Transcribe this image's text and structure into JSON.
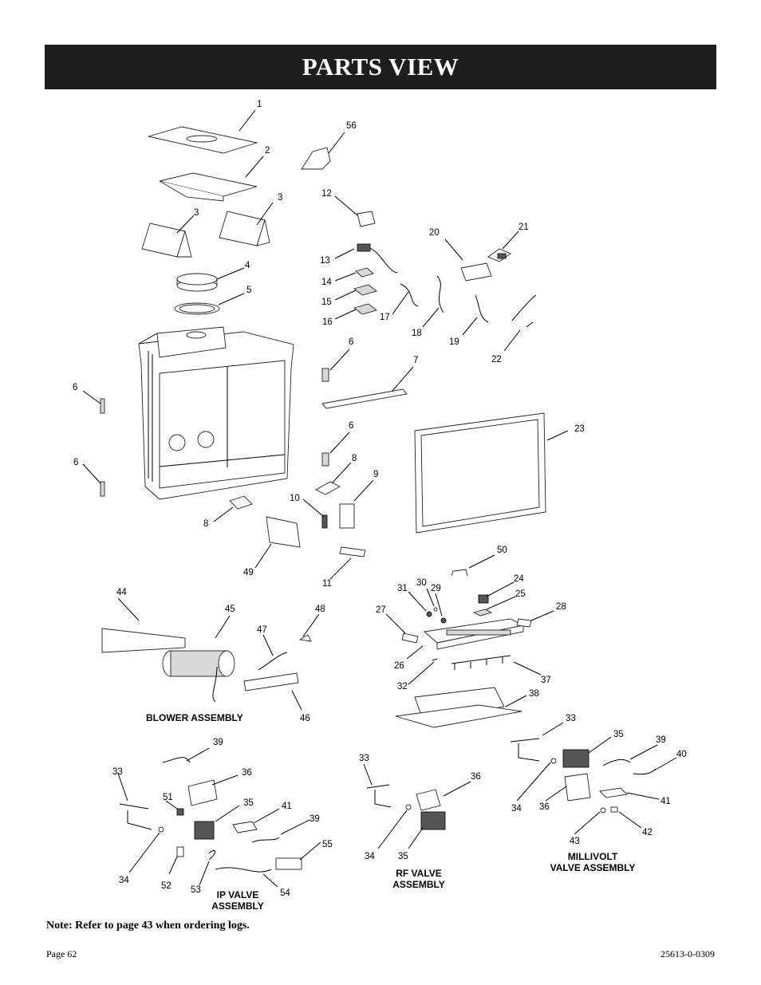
{
  "header": {
    "title": "PARTS VIEW"
  },
  "callouts": [
    {
      "label": "1"
    },
    {
      "label": "56"
    },
    {
      "label": "2"
    },
    {
      "label": "12"
    },
    {
      "label": "3"
    },
    {
      "label": "3"
    },
    {
      "label": "20"
    },
    {
      "label": "21"
    },
    {
      "label": "4"
    },
    {
      "label": "13"
    },
    {
      "label": "14"
    },
    {
      "label": "5"
    },
    {
      "label": "15"
    },
    {
      "label": "16"
    },
    {
      "label": "17"
    },
    {
      "label": "18"
    },
    {
      "label": "19"
    },
    {
      "label": "22"
    },
    {
      "label": "6"
    },
    {
      "label": "7"
    },
    {
      "label": "6"
    },
    {
      "label": "23"
    },
    {
      "label": "6"
    },
    {
      "label": "6"
    },
    {
      "label": "8"
    },
    {
      "label": "9"
    },
    {
      "label": "10"
    },
    {
      "label": "8"
    },
    {
      "label": "49"
    },
    {
      "label": "11"
    },
    {
      "label": "50"
    },
    {
      "label": "44"
    },
    {
      "label": "45"
    },
    {
      "label": "48"
    },
    {
      "label": "47"
    },
    {
      "label": "31"
    },
    {
      "label": "30"
    },
    {
      "label": "29"
    },
    {
      "label": "24"
    },
    {
      "label": "25"
    },
    {
      "label": "27"
    },
    {
      "label": "28"
    },
    {
      "label": "26"
    },
    {
      "label": "32"
    },
    {
      "label": "37"
    },
    {
      "label": "38"
    },
    {
      "label": "46"
    },
    {
      "label": "33"
    },
    {
      "label": "35"
    },
    {
      "label": "39"
    },
    {
      "label": "40"
    },
    {
      "label": "39"
    },
    {
      "label": "33"
    },
    {
      "label": "36"
    },
    {
      "label": "33"
    },
    {
      "label": "36"
    },
    {
      "label": "51"
    },
    {
      "label": "35"
    },
    {
      "label": "41"
    },
    {
      "label": "34"
    },
    {
      "label": "36"
    },
    {
      "label": "41"
    },
    {
      "label": "39"
    },
    {
      "label": "42"
    },
    {
      "label": "55"
    },
    {
      "label": "43"
    },
    {
      "label": "34"
    },
    {
      "label": "35"
    },
    {
      "label": "34"
    },
    {
      "label": "52"
    },
    {
      "label": "53"
    },
    {
      "label": "54"
    }
  ],
  "captions": {
    "blower": "BLOWER ASSEMBLY",
    "ip_line1": "IP VALVE",
    "ip_line2": "ASSEMBLY",
    "rf_line1": "RF VALVE",
    "rf_line2": "ASSEMBLY",
    "mv_line1": "MILLIVOLT",
    "mv_line2": "VALVE ASSEMBLY"
  },
  "note": "Note: Refer to page 43 when ordering logs.",
  "footer": {
    "page": "Page 62",
    "doc_number": "25613-0-0309"
  }
}
